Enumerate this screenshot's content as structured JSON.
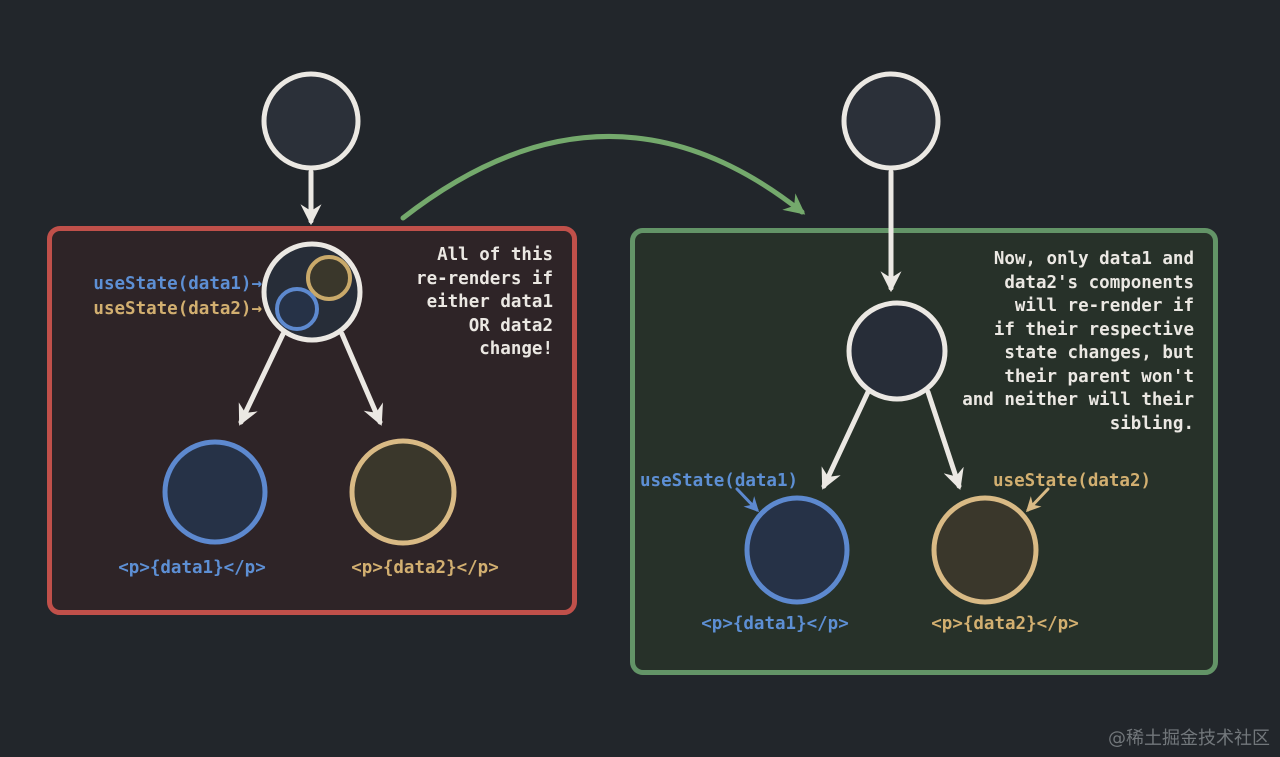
{
  "colors": {
    "bg": "#22262b",
    "white": "#ebe8e3",
    "blue": "#5d8fd4",
    "blue-stroke": "#5d89cf",
    "tan": "#d2af70",
    "tan-stroke": "#d9ba85",
    "red-border": "#c0504a",
    "red-bg": "#2e2427",
    "green-border": "#639467",
    "green-bg": "#273129",
    "green-arrow": "#74a96c",
    "node-fill": "#2b3039",
    "node-fill-dark": "#272d38",
    "blue-fill": "#263247",
    "tan-fill": "#3a372b",
    "watermark": "#72777b"
  },
  "left_panel": {
    "hook1_label": "useState(data1)→",
    "hook2_label": "useState(data2)→",
    "annotation": "All of this\nre-renders if\neither data1\nOR data2\nchange!",
    "child1_label": "<p>{data1}</p>",
    "child2_label": "<p>{data2}</p>"
  },
  "right_panel": {
    "hook1_label": "useState(data1)",
    "hook2_label": "useState(data2)",
    "annotation": "Now, only data1 and\ndata2's components\nwill re-render if\nif their respective\nstate changes, but\ntheir parent won't\nand neither will their\nsibling.",
    "child1_label": "<p>{data1}</p>",
    "child2_label": "<p>{data2}</p>"
  },
  "watermark": "@稀土掘金技术社区"
}
